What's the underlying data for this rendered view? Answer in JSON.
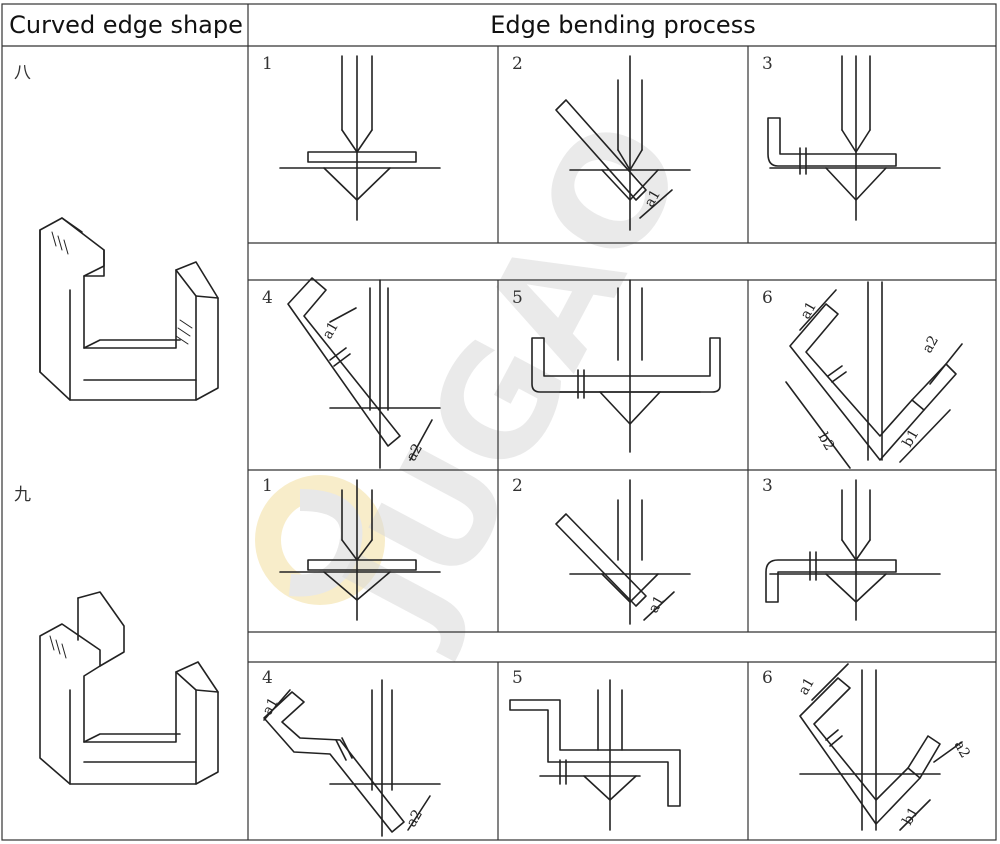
{
  "header": {
    "left_title": "Curved edge shape",
    "right_title": "Edge bending process"
  },
  "shapes": [
    {
      "mark": "八"
    },
    {
      "mark": "九"
    }
  ],
  "steps": [
    "1",
    "2",
    "3",
    "4",
    "5",
    "6",
    "1",
    "2",
    "3",
    "4",
    "5",
    "6"
  ],
  "annotations": {
    "a1": "a1",
    "a2": "a2",
    "b1": "b1",
    "b2": "b2"
  },
  "watermark": "JUGAO",
  "colors": {
    "line": "#222222",
    "grid": "#333333",
    "watermark_grey": "#d9d9d9",
    "watermark_yellow": "#f6e7b8"
  }
}
